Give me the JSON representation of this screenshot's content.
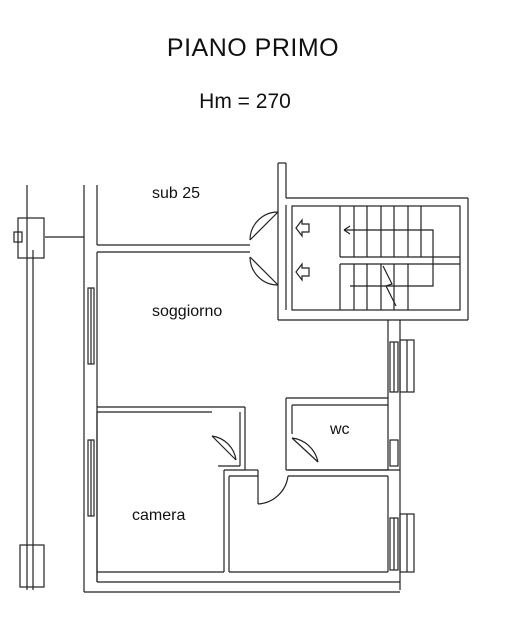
{
  "title": "PIANO PRIMO",
  "subtitle": "Hm = 270",
  "rooms": {
    "sub": "sub 25",
    "living": "soggiorno",
    "wc": "wc",
    "bedroom": "camera"
  },
  "colors": {
    "line": "#222222",
    "background": "#ffffff"
  }
}
